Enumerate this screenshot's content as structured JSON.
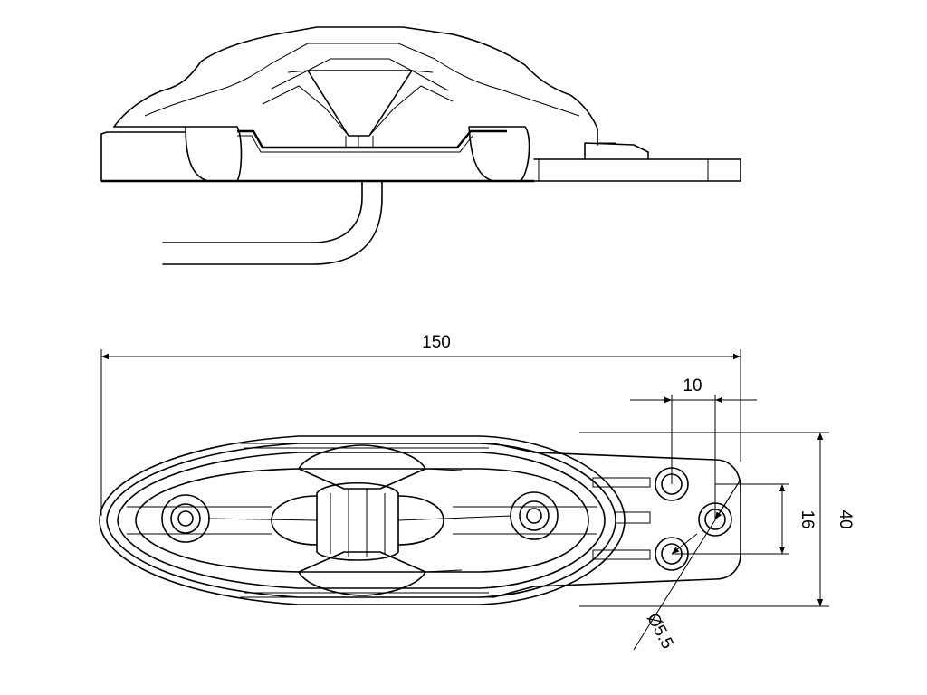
{
  "dimensions": {
    "overall_length": "150",
    "hole_offset": "10",
    "hole_spacing": "16",
    "overall_height": "40",
    "hole_diameter": "Ø5.5"
  }
}
